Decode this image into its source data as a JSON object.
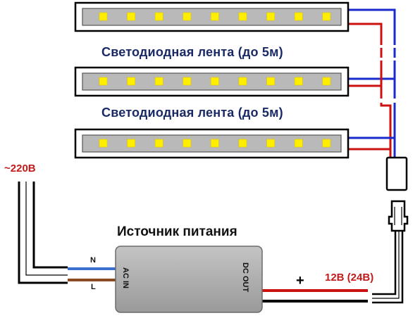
{
  "strips": [
    {
      "label": "Светодиодная лента (до 5м)"
    },
    {
      "label": "Светодиодная лента (до 5м)"
    }
  ],
  "mains": {
    "label": "~220В"
  },
  "psu": {
    "title": "Источник питания",
    "input_label": "AC IN",
    "output_label": "DC OUT",
    "n_label": "N",
    "l_label": "L"
  },
  "output": {
    "voltage_label": "12В (24В)",
    "plus": "+",
    "minus": "−"
  },
  "colors": {
    "wire_positive": "#cc1111",
    "wire_negative": "#1a2acc",
    "wire_neutral": "#3a6fd0",
    "wire_live": "#8a4a22",
    "led": "#ffee00",
    "psu_body": "#a9a9a9"
  }
}
